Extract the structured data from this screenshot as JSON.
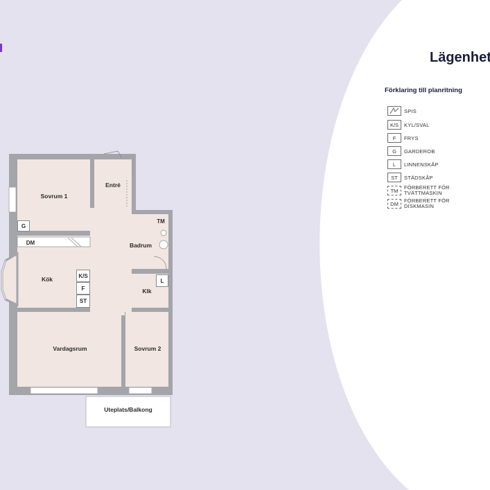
{
  "page": {
    "title": "Lägenhet"
  },
  "legend": {
    "title": "Förklaring till planritning",
    "items": [
      {
        "code": "",
        "label": "SPIS",
        "icon": "stove-icon",
        "dashed": false
      },
      {
        "code": "K/S",
        "label": "KYL/SVAL",
        "dashed": false
      },
      {
        "code": "F",
        "label": "FRYS",
        "dashed": false
      },
      {
        "code": "G",
        "label": "GARDEROB",
        "dashed": false
      },
      {
        "code": "L",
        "label": "LINNENSKÅP",
        "dashed": false
      },
      {
        "code": "ST",
        "label": "STÄDSKÅP",
        "dashed": false
      },
      {
        "code": "TM",
        "label": "FÖRBERETT FÖR TVÄTTMASKIN",
        "dashed": true
      },
      {
        "code": "DM",
        "label": "FÖRBERETT FÖR DISKMASIN",
        "dashed": true
      }
    ]
  },
  "rooms": {
    "sovrum1": "Sovrum 1",
    "entre": "Entré",
    "kok": "Kök",
    "badrum": "Badrum",
    "klk": "Klk",
    "vardagsrum": "Vardagsrum",
    "sovrum2": "Sovrum 2",
    "uteplats": "Uteplats/Balkong"
  },
  "fixtures": {
    "g": "G",
    "dm": "DM",
    "ks": "K/S",
    "f": "F",
    "st": "ST",
    "tm": "TM",
    "l": "L"
  },
  "colors": {
    "background": "#e3e2ee",
    "panel": "#ffffff",
    "floor": "#f1e6e1",
    "wall": "#a4a4ab",
    "accent": "#7a35d6"
  }
}
